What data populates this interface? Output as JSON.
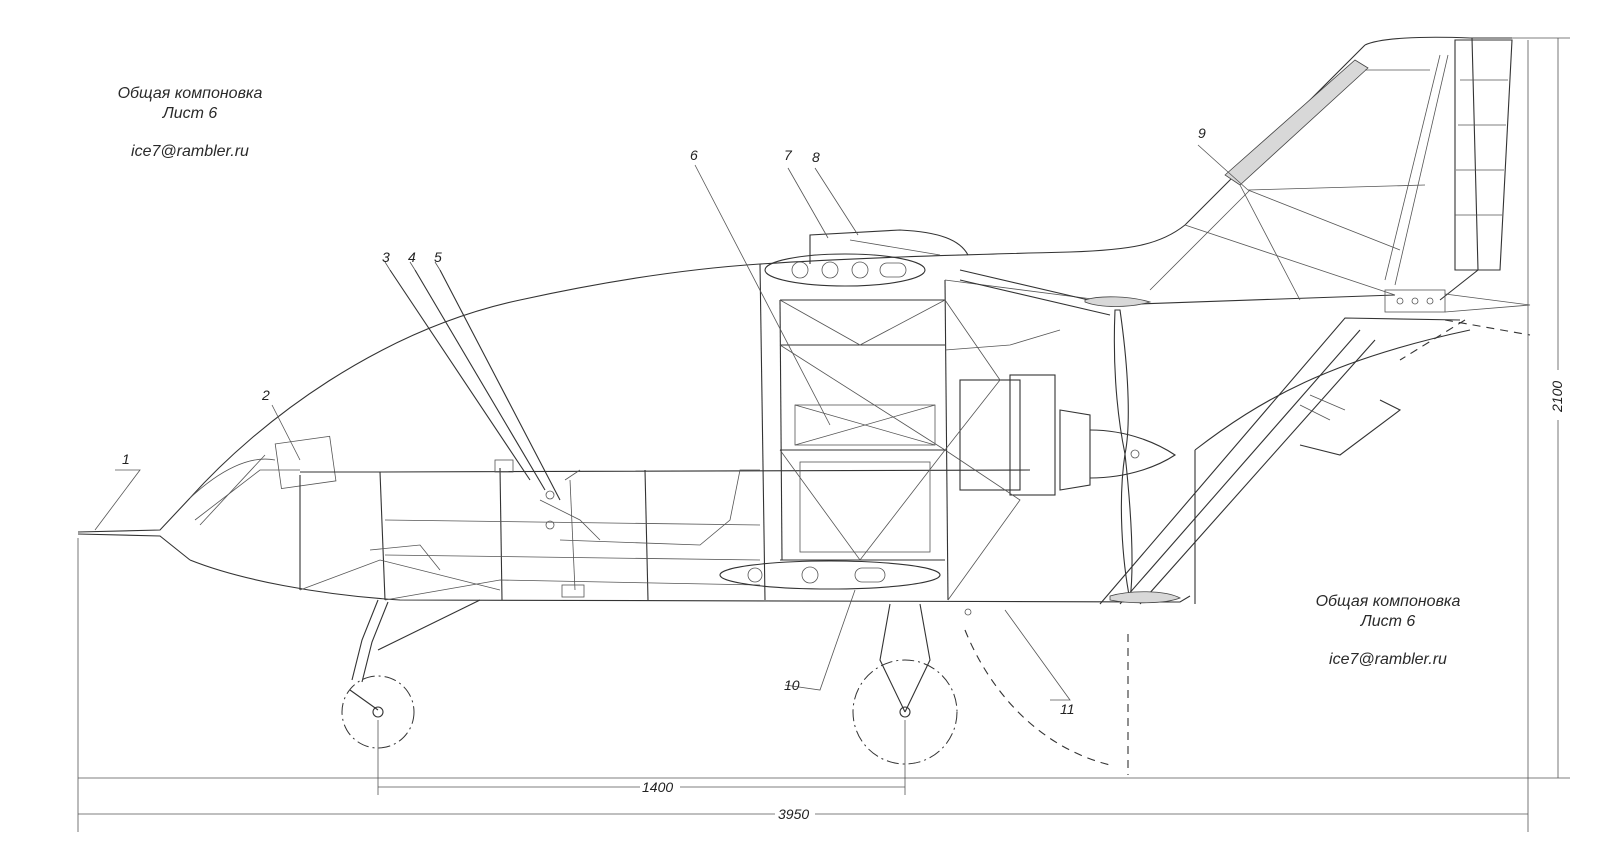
{
  "notes": {
    "top": {
      "line1": "Общая  компоновка",
      "line2": "Лист 6",
      "email": "ice7@rambler.ru"
    },
    "bottom": {
      "line1": "Общая  компоновка",
      "line2": "Лист 6",
      "email": "ice7@rambler.ru"
    }
  },
  "callouts": [
    "1",
    "2",
    "3",
    "4",
    "5",
    "6",
    "7",
    "8",
    "9",
    "10",
    "11"
  ],
  "dimensions": {
    "wheelbase": "1400",
    "length": "3950",
    "height": "2100"
  }
}
